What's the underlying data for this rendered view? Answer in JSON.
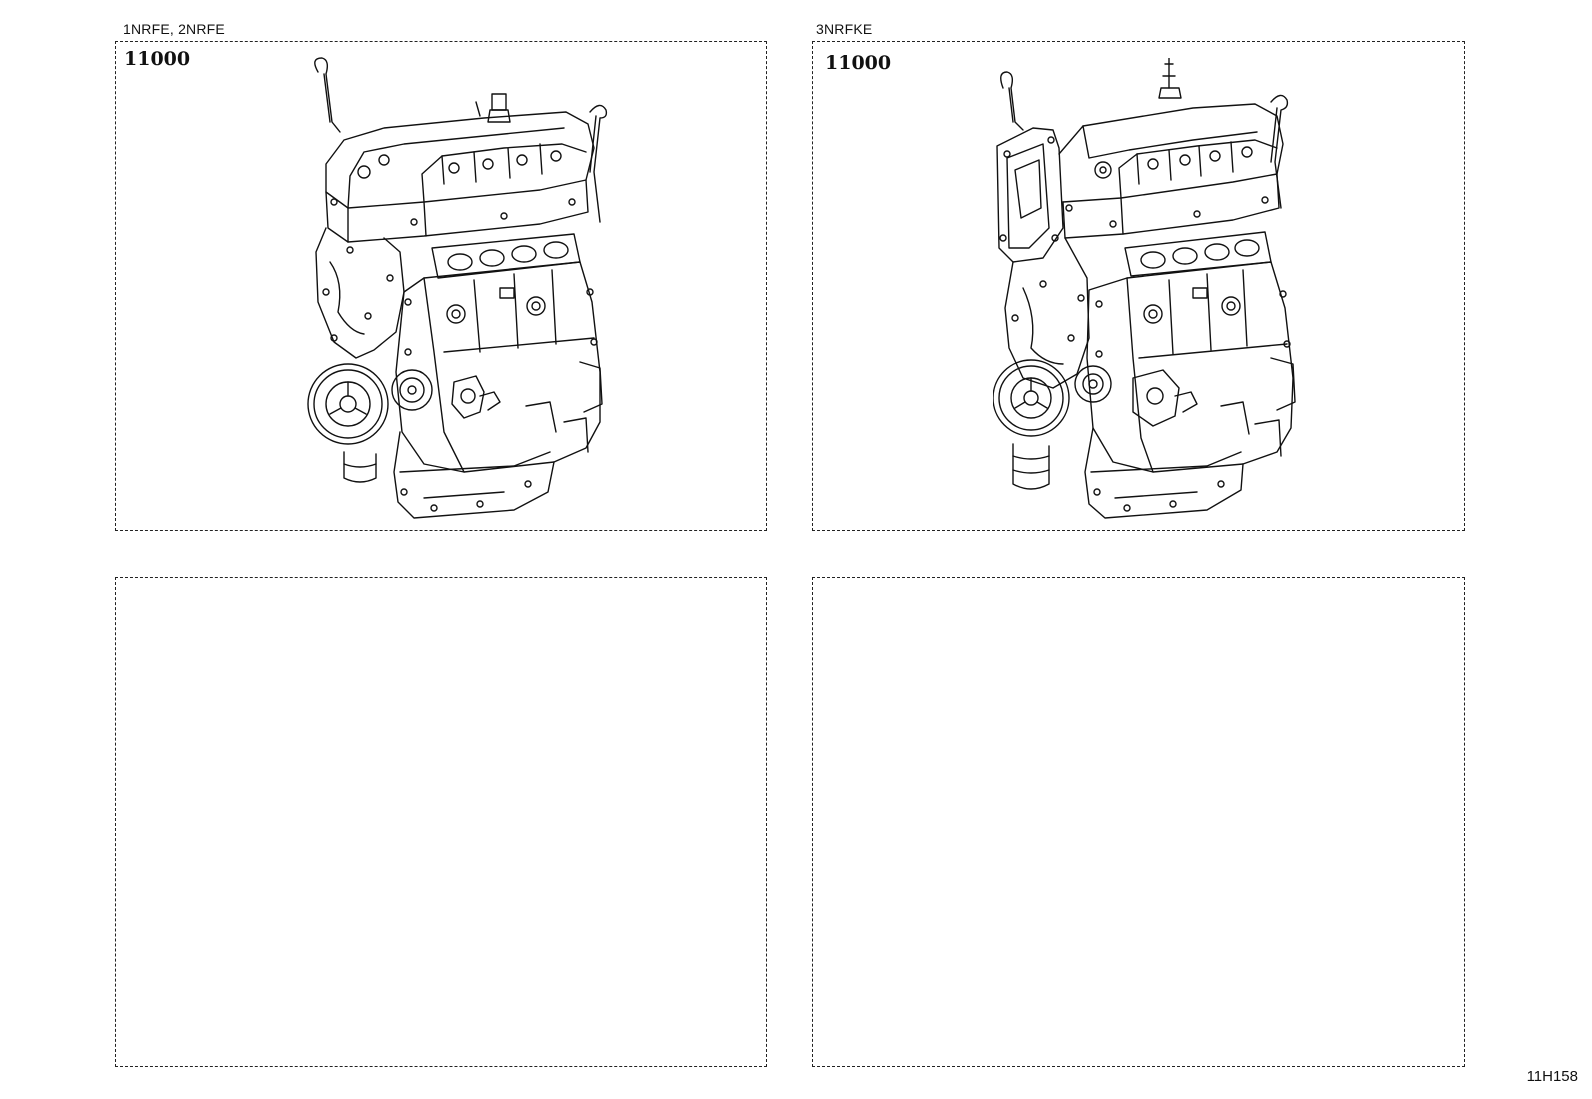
{
  "groups": [
    {
      "engine": "1NRFE, 2NRFE",
      "part_number": "11000"
    },
    {
      "engine": "3NRFKE",
      "part_number": "11000"
    }
  ],
  "diagram_code": "11H158",
  "colors": {
    "line": "#111111",
    "border": "#222222",
    "background": "#ffffff"
  }
}
